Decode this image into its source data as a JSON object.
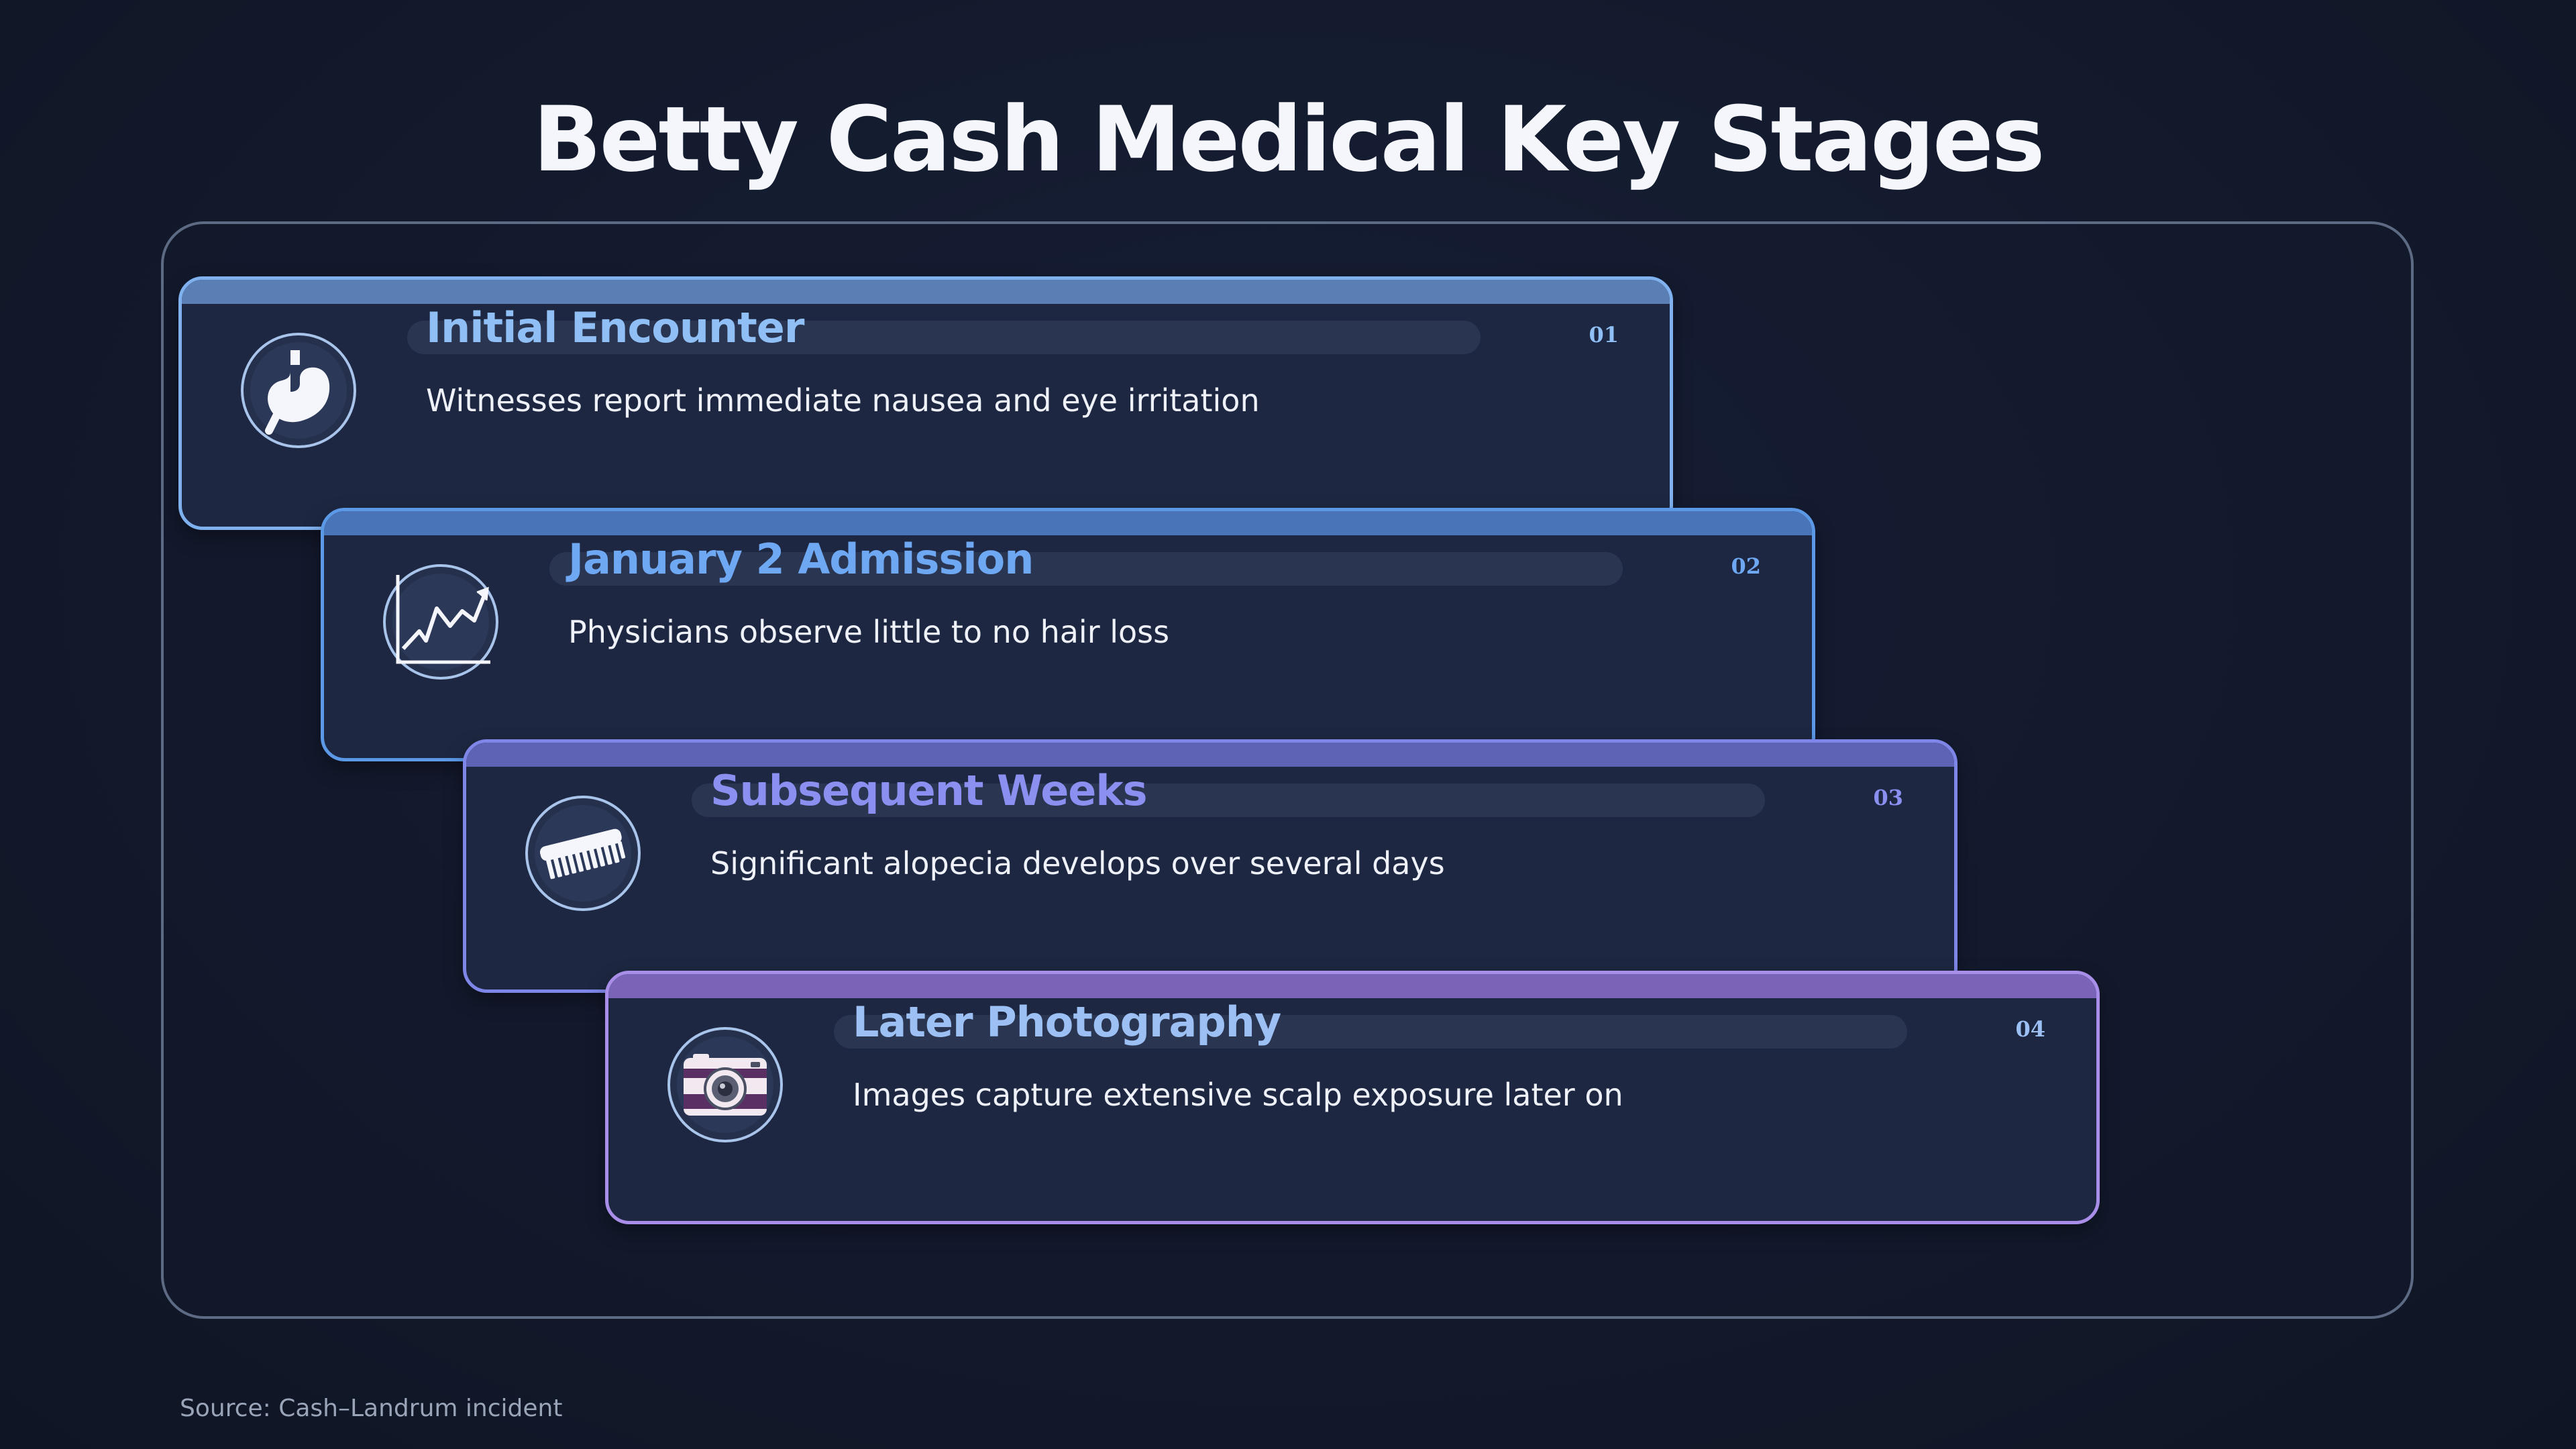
{
  "title": "Betty Cash Medical Key Stages",
  "stages": [
    {
      "number": "01",
      "title": "Initial Encounter",
      "description": "Witnesses report immediate nausea and eye irritation",
      "icon": "stomach-icon",
      "accent": "#8fbff4",
      "border": "#7fb1ef",
      "bar": "#5b7fb5"
    },
    {
      "number": "02",
      "title": "January 2 Admission",
      "description": "Physicians observe little to no hair loss",
      "icon": "chart-trend-icon",
      "accent": "#6fa8f2",
      "border": "#5b98e6",
      "bar": "#4a74b8"
    },
    {
      "number": "03",
      "title": "Subsequent Weeks",
      "description": "Significant alopecia develops over several days",
      "icon": "comb-icon",
      "accent": "#8a8ff0",
      "border": "#7e86e8",
      "bar": "#5e63b5"
    },
    {
      "number": "04",
      "title": "Later Photography",
      "description": "Images capture extensive scalp exposure later on",
      "icon": "camera-icon",
      "accent": "#9cc0f4",
      "border": "#a88ee8",
      "bar": "#7a64b8"
    }
  ],
  "source": "Source: Cash–Landrum incident"
}
